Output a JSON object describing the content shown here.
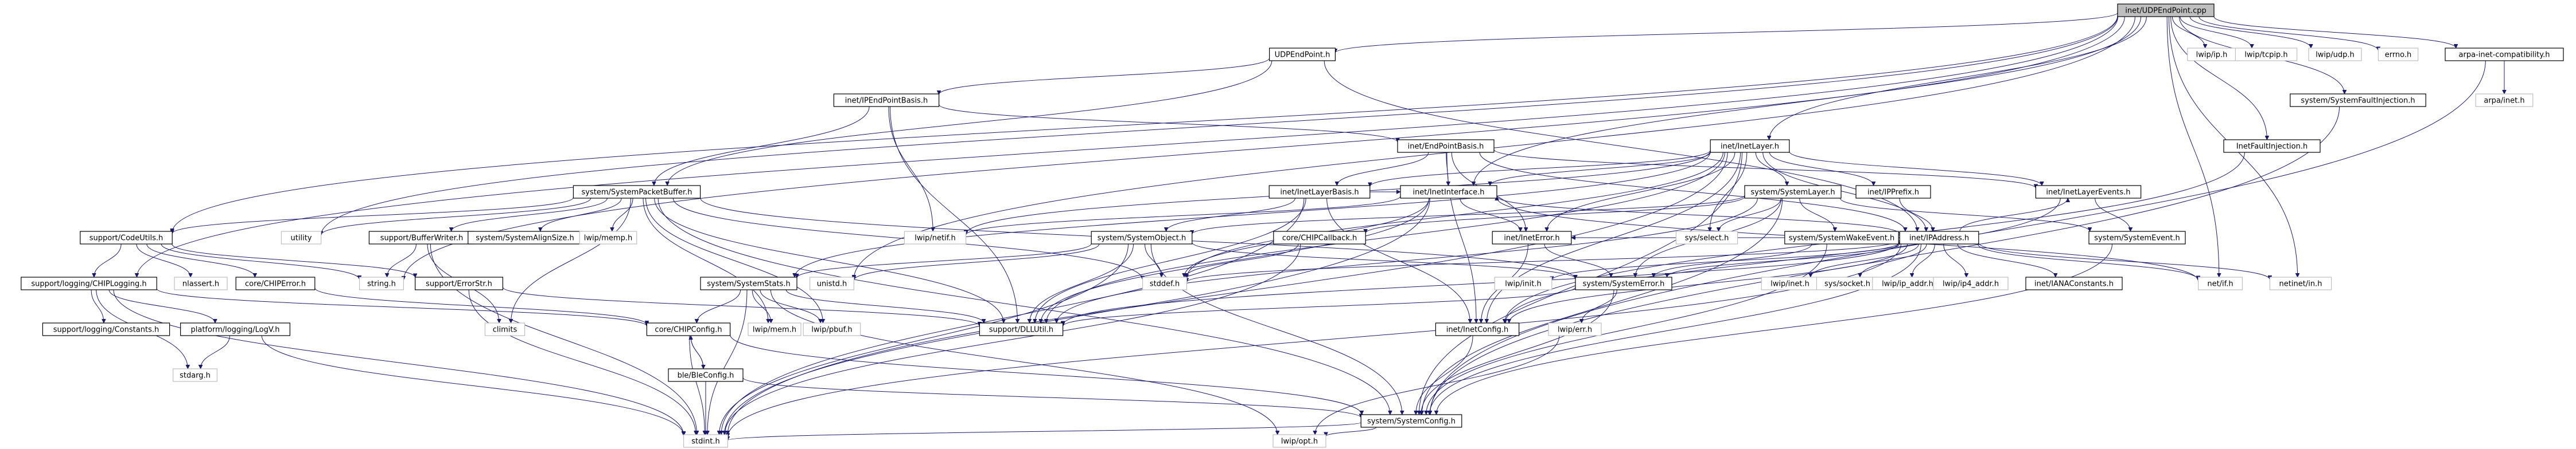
{
  "graph": {
    "title": "inet/UDPEndPoint.cpp",
    "colors": {
      "edge": "#191970",
      "root_fill": "#bfbfbf",
      "node_fill": "#ffffff",
      "node_border": "#000000",
      "missing_border": "#bfbfbf"
    },
    "nodes": [
      {
        "id": "root",
        "label": "inet/UDPEndPoint.cpp"
      },
      {
        "id": "udpendpoint_h",
        "label": "UDPEndPoint.h"
      },
      {
        "id": "ipendpointbasis_h",
        "label": "inet/IPEndPointBasis.h"
      },
      {
        "id": "endpointbasis_h",
        "label": "inet/EndPointBasis.h"
      },
      {
        "id": "inetlayer_h",
        "label": "inet/InetLayer.h"
      },
      {
        "id": "lwip_ip_h",
        "label": "lwip/ip.h"
      },
      {
        "id": "lwip_tcpip_h",
        "label": "lwip/tcpip.h"
      },
      {
        "id": "lwip_udp_h",
        "label": "lwip/udp.h"
      },
      {
        "id": "errno_h",
        "label": "errno.h"
      },
      {
        "id": "arpa_compat_h",
        "label": "arpa-inet-compatibility.h"
      },
      {
        "id": "arpa_inet_h",
        "label": "arpa/inet.h"
      },
      {
        "id": "sysfaultinj_h",
        "label": "system/SystemFaultInjection.h"
      },
      {
        "id": "inetfaultinj_h",
        "label": "InetFaultInjection.h"
      },
      {
        "id": "syspacketbuffer_h",
        "label": "system/SystemPacketBuffer.h"
      },
      {
        "id": "inetlayerbasis_h",
        "label": "inet/InetLayerBasis.h"
      },
      {
        "id": "inetinterface_h",
        "label": "inet/InetInterface.h"
      },
      {
        "id": "syslayer_h",
        "label": "system/SystemLayer.h"
      },
      {
        "id": "ipprefix_h",
        "label": "inet/IPPrefix.h"
      },
      {
        "id": "inetlayerevents_h",
        "label": "inet/InetLayerEvents.h"
      },
      {
        "id": "codeutils_h",
        "label": "support/CodeUtils.h"
      },
      {
        "id": "utility",
        "label": "utility"
      },
      {
        "id": "bufferwriter_h",
        "label": "support/BufferWriter.h"
      },
      {
        "id": "sysalignsize_h",
        "label": "system/SystemAlignSize.h"
      },
      {
        "id": "lwip_memp_h",
        "label": "lwip/memp.h"
      },
      {
        "id": "lwip_netif_h",
        "label": "lwip/netif.h"
      },
      {
        "id": "sysobject_h",
        "label": "system/SystemObject.h"
      },
      {
        "id": "chipcallback_h",
        "label": "core/CHIPCallback.h"
      },
      {
        "id": "ineterror_h",
        "label": "inet/InetError.h"
      },
      {
        "id": "sys_select_h",
        "label": "sys/select.h"
      },
      {
        "id": "syswakeevent_h",
        "label": "system/SystemWakeEvent.h"
      },
      {
        "id": "ipaddress_h",
        "label": "inet/IPAddress.h"
      },
      {
        "id": "sysevent_h",
        "label": "system/SystemEvent.h"
      },
      {
        "id": "chiplogging_h",
        "label": "support/logging/CHIPLogging.h"
      },
      {
        "id": "nlassert_h",
        "label": "nlassert.h"
      },
      {
        "id": "chiperror_h",
        "label": "core/CHIPError.h"
      },
      {
        "id": "string_h",
        "label": "string.h"
      },
      {
        "id": "errorstr_h",
        "label": "support/ErrorStr.h"
      },
      {
        "id": "climits",
        "label": "climits"
      },
      {
        "id": "systats_h",
        "label": "system/SystemStats.h"
      },
      {
        "id": "unistd_h",
        "label": "unistd.h"
      },
      {
        "id": "stddef_h",
        "label": "stddef.h"
      },
      {
        "id": "lwip_init_h",
        "label": "lwip/init.h"
      },
      {
        "id": "syserror_h",
        "label": "system/SystemError.h"
      },
      {
        "id": "lwip_inet_h",
        "label": "lwip/inet.h"
      },
      {
        "id": "sys_socket_h",
        "label": "sys/socket.h"
      },
      {
        "id": "lwip_ip_addr_h",
        "label": "lwip/ip_addr.h"
      },
      {
        "id": "lwip_ip4_addr_h",
        "label": "lwip/ip4_addr.h"
      },
      {
        "id": "ianaconstants_h",
        "label": "inet/IANAConstants.h"
      },
      {
        "id": "net_if_h",
        "label": "net/if.h"
      },
      {
        "id": "netinet_in_h",
        "label": "netinet/in.h"
      },
      {
        "id": "loggingconstants_h",
        "label": "support/logging/Constants.h"
      },
      {
        "id": "platform_logv_h",
        "label": "platform/logging/LogV.h"
      },
      {
        "id": "chipconfig_h",
        "label": "core/CHIPConfig.h"
      },
      {
        "id": "lwip_mem_h",
        "label": "lwip/mem.h"
      },
      {
        "id": "lwip_pbuf_h",
        "label": "lwip/pbuf.h"
      },
      {
        "id": "dlutil_h",
        "label": "support/DLLUtil.h"
      },
      {
        "id": "inetconfig_h",
        "label": "inet/InetConfig.h"
      },
      {
        "id": "lwip_err_h",
        "label": "lwip/err.h"
      },
      {
        "id": "stdarg_h",
        "label": "stdarg.h"
      },
      {
        "id": "bleconfig_h",
        "label": "ble/BleConfig.h"
      },
      {
        "id": "sysconfig_h",
        "label": "system/SystemConfig.h"
      },
      {
        "id": "stdint_h",
        "label": "stdint.h"
      },
      {
        "id": "lwip_opt_h",
        "label": "lwip/opt.h"
      }
    ]
  }
}
